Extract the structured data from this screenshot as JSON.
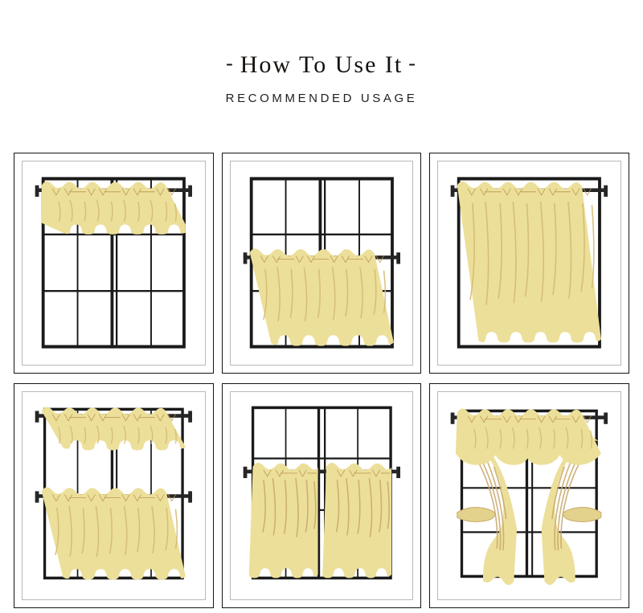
{
  "header": {
    "dash_left": "-",
    "dash_right": "-",
    "title": "How To Use It",
    "subtitle": "RECOMMENDED USAGE"
  },
  "colors": {
    "background": "#ffffff",
    "card_border": "#141414",
    "window_casing": "#b9b9b9",
    "window_frame": "#1a1a1a",
    "rod": "#262626",
    "curtain_fill": "#ecdf99",
    "curtain_fill_light": "#f2e8ae",
    "curtain_shadow": "#c9a96a",
    "curtain_fold": "#d8c27d",
    "glass": "#ffffff",
    "text": "#14110f"
  },
  "panels": [
    {
      "id": "valance-top",
      "name": "valance-over-window",
      "style_name": "Valance",
      "rod_position": "top",
      "curtain_type": "valance",
      "coverage_percent": 30,
      "rod_count": 1,
      "panel_count": 1,
      "tieback": false
    },
    {
      "id": "cafe-curtain",
      "name": "cafe-curtain-half-window",
      "style_name": "Cafe Curtain",
      "rod_position": "middle",
      "curtain_type": "tier",
      "coverage_percent": 50,
      "rod_count": 1,
      "panel_count": 1,
      "tieback": false
    },
    {
      "id": "full-length",
      "name": "full-length-curtain",
      "style_name": "Full Length Panel",
      "rod_position": "top",
      "curtain_type": "full",
      "coverage_percent": 100,
      "rod_count": 1,
      "panel_count": 1,
      "tieback": false
    },
    {
      "id": "valance-plus-tier",
      "name": "valance-with-cafe-tier",
      "style_name": "Valance + Tier",
      "rod_position": "top-and-middle",
      "curtain_type": "valance+tier",
      "coverage_percent": 80,
      "rod_count": 2,
      "panel_count": 2,
      "tieback": false
    },
    {
      "id": "split-tier-pair",
      "name": "split-cafe-tier-pair",
      "style_name": "Split Tier Pair",
      "rod_position": "middle",
      "curtain_type": "tier-pair",
      "coverage_percent": 50,
      "rod_count": 1,
      "panel_count": 2,
      "tieback": false
    },
    {
      "id": "valance-tieback",
      "name": "valance-with-tied-back-panels",
      "style_name": "Valance + Tiebacks",
      "rod_position": "top",
      "curtain_type": "valance+drapes",
      "coverage_percent": 70,
      "rod_count": 1,
      "panel_count": 3,
      "tieback": true
    }
  ],
  "window": {
    "sashes": 2,
    "columns_per_sash": 2,
    "rows": 3,
    "grid_visible": true
  }
}
